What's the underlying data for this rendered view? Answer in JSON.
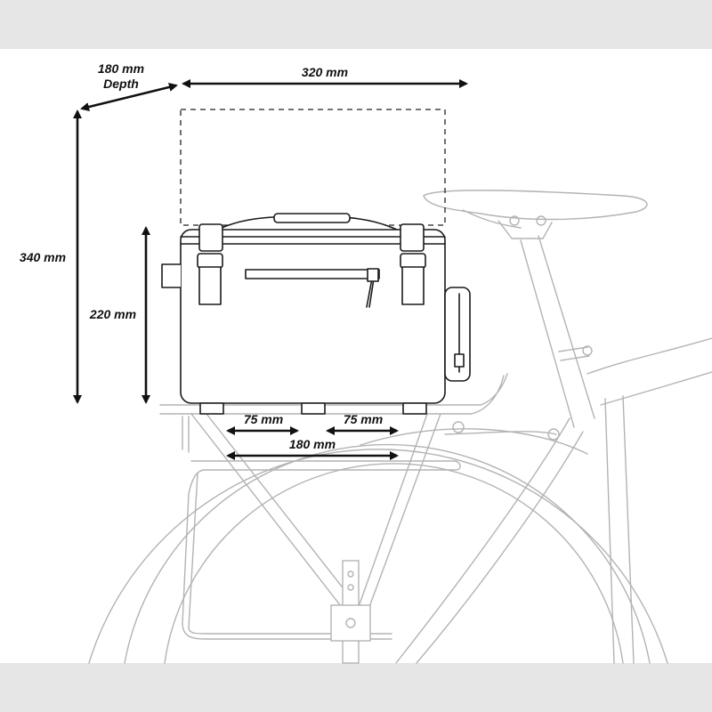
{
  "dimensions": {
    "depth_value": "180 mm",
    "depth_word": "Depth",
    "width": "320 mm",
    "total_height": "340 mm",
    "bag_height": "220 mm",
    "rail_left_spacing": "75 mm",
    "rail_right_spacing": "75 mm",
    "rail_total_spacing": "180 mm"
  },
  "colors": {
    "band": "#e6e6e6",
    "bag_outline": "#1a1a1a",
    "bike_outline": "#b3b3b3",
    "dimension_text": "#111111"
  }
}
